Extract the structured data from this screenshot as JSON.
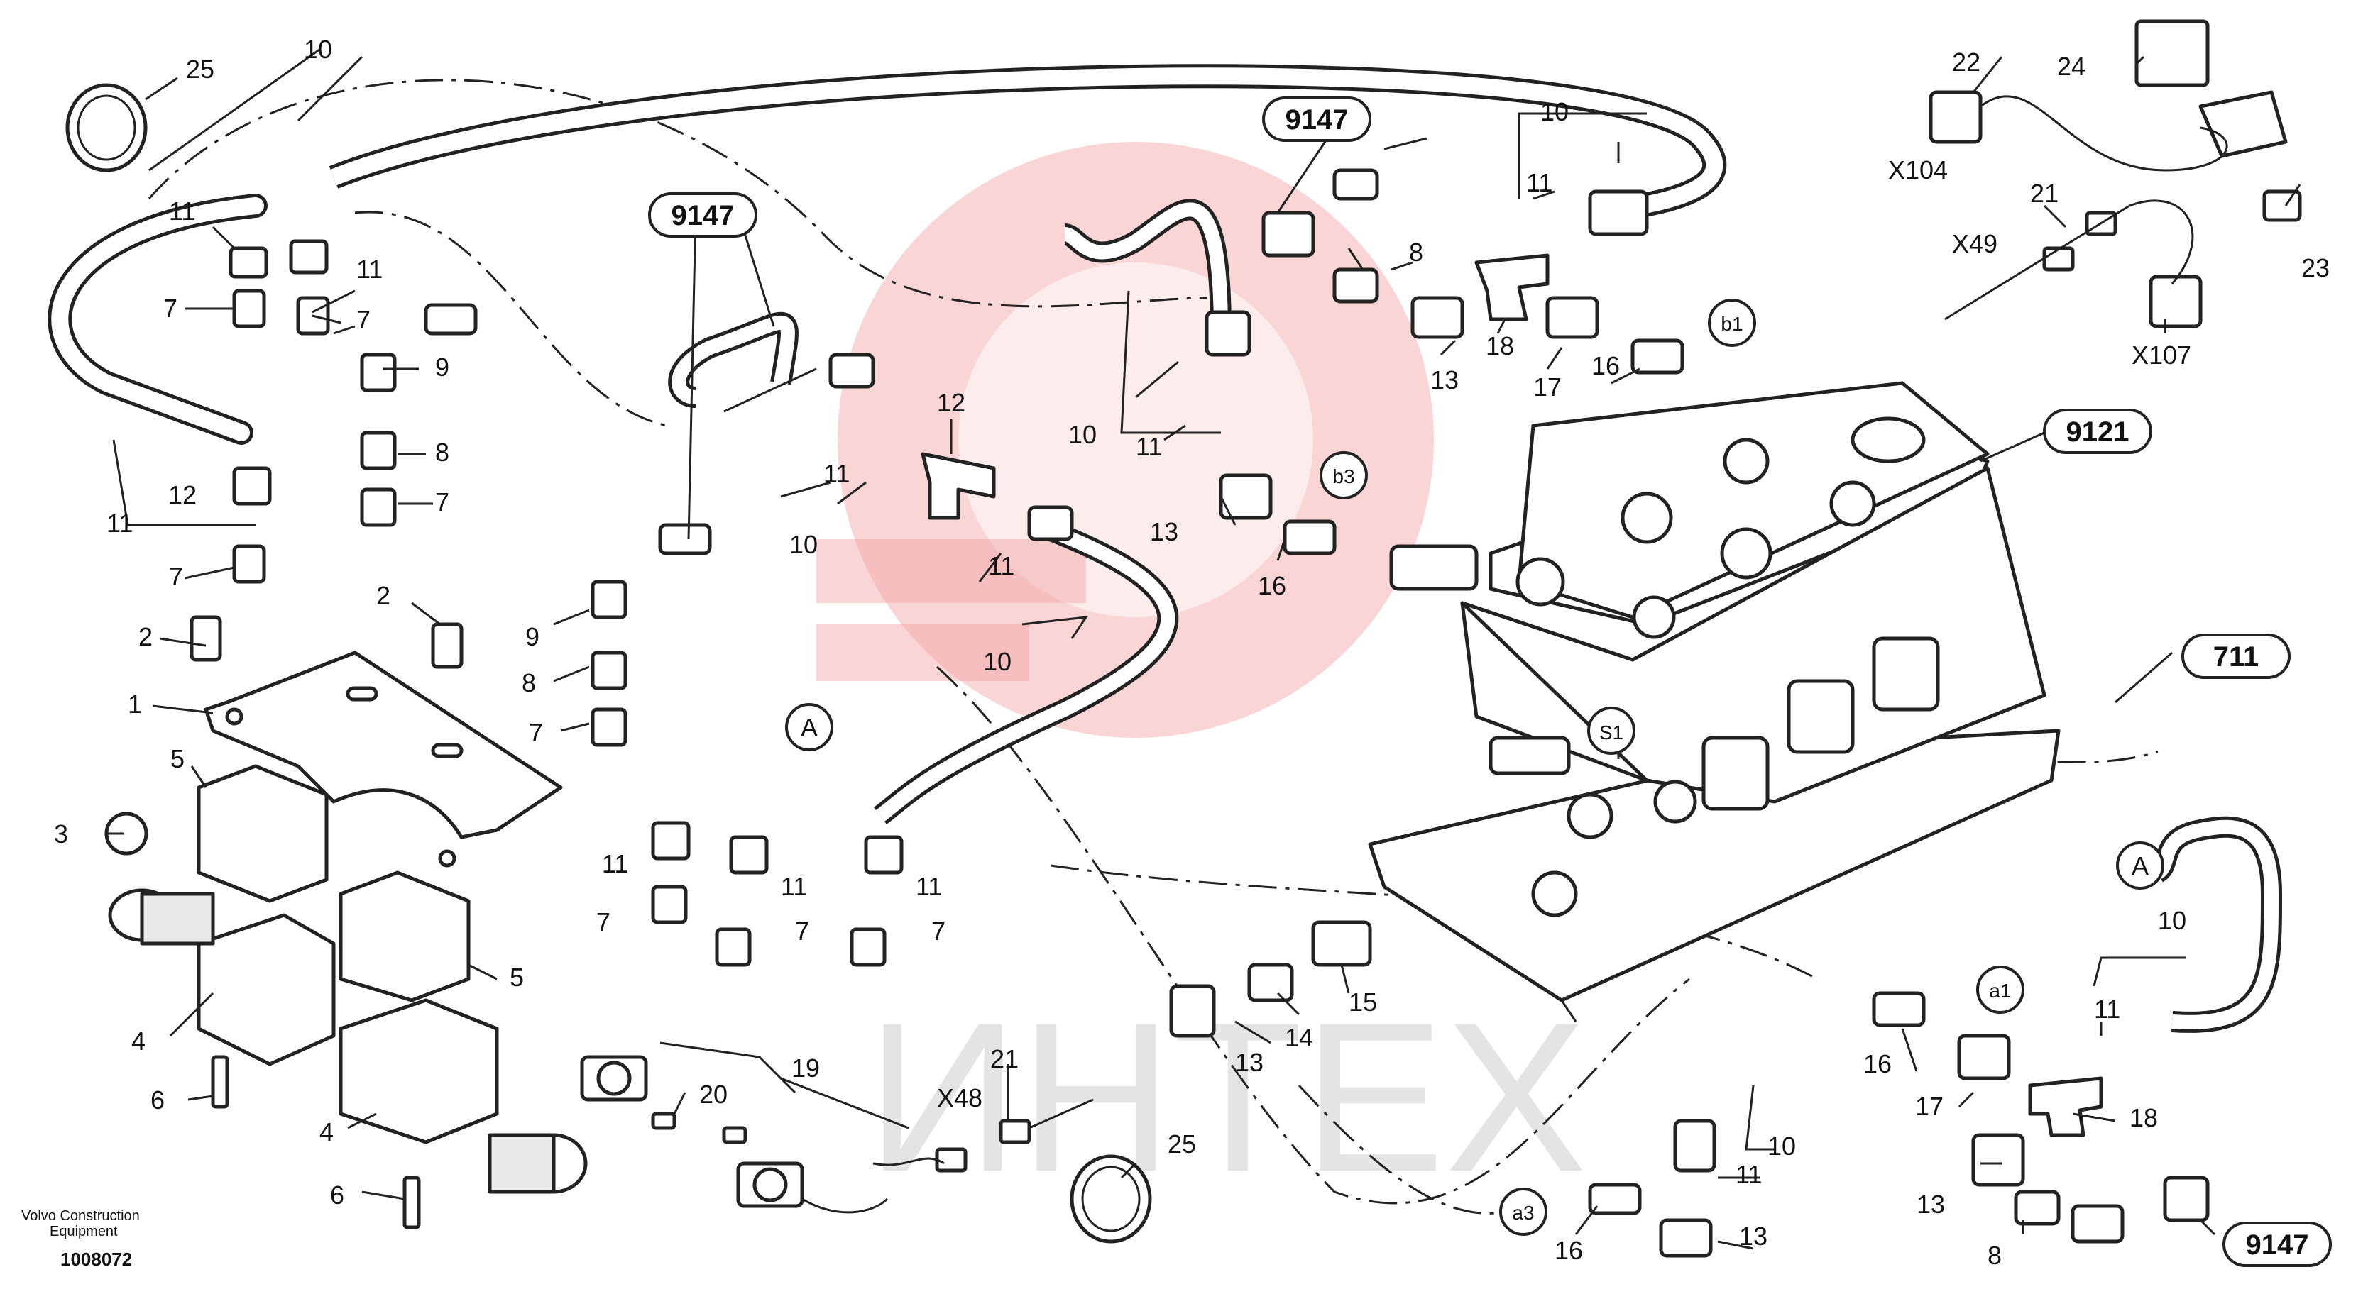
{
  "caption": {
    "maker": "Volvo Construction Equipment",
    "number": "1008072"
  },
  "watermark": {
    "text": "ИНТЕХ",
    "color": "#f2a2a2"
  },
  "refs": {
    "r9147a": "9147",
    "r9147b": "9147",
    "r9147c": "9147",
    "r9121": "9121",
    "r711": "711"
  },
  "circles": {
    "A1": "A",
    "A2": "A",
    "S1": "S1",
    "b1": "b1",
    "b3": "b3",
    "a1": "a1",
    "a3": "a3"
  },
  "connectors": {
    "X104": "X104",
    "X49": "X49",
    "X107": "X107",
    "X48": "X48"
  },
  "labels": {
    "n25a": "25",
    "n10a": "10",
    "n11a": "11",
    "n7a": "7",
    "n11b": "11",
    "n7b": "7",
    "n9a": "9",
    "n8a": "8",
    "n7c": "7",
    "n11c": "11",
    "n12a": "12",
    "n7d": "7",
    "n2a": "2",
    "n2b": "2",
    "n1": "1",
    "n5a": "5",
    "n3": "3",
    "n4a": "4",
    "n6a": "6",
    "n5b": "5",
    "n4b": "4",
    "n6b": "6",
    "n9b": "9",
    "n8b": "8",
    "n7e": "7",
    "n10b": "10",
    "n11d": "11",
    "n12b": "12",
    "n11e": "11",
    "n10c": "10",
    "n11f": "11",
    "n7f": "7",
    "n11g": "11",
    "n7g": "7",
    "n11h": "11",
    "n7h": "7",
    "n10d": "10",
    "n11i": "11",
    "n13a": "13",
    "n16a": "16",
    "n8c": "8",
    "n13b": "13",
    "n18a": "18",
    "n17a": "17",
    "n16b": "16",
    "n10e": "10",
    "n11j": "11",
    "n22": "22",
    "n24": "24",
    "n21a": "21",
    "n23": "23",
    "n19": "19",
    "n20": "20",
    "n21b": "21",
    "n25b": "25",
    "n13c": "13",
    "n14": "14",
    "n15": "15",
    "n10f": "10",
    "n11k": "11",
    "n13d": "13",
    "n16c": "16",
    "n16d": "16",
    "n17b": "17",
    "n18b": "18",
    "n13e": "13",
    "n8d": "8",
    "n10g": "10",
    "n11l": "11"
  }
}
